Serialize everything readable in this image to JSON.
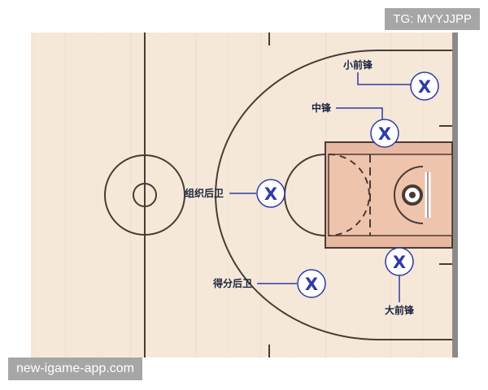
{
  "positions": {
    "small_forward": "小前锋",
    "center": "中锋",
    "point_guard": "组织后卫",
    "shooting_guard": "得分后卫",
    "power_forward": "大前锋"
  },
  "player_marker": "X",
  "watermarks": {
    "top_right": "TG: MYYJJPP",
    "bottom_left": "new-igame-app.com"
  },
  "colors": {
    "floor": "#f5e8d8",
    "paint": "#e8b8a0",
    "court_lines": "#4a3a35",
    "marker": "#2f3aa8",
    "label": "#1b2440"
  }
}
